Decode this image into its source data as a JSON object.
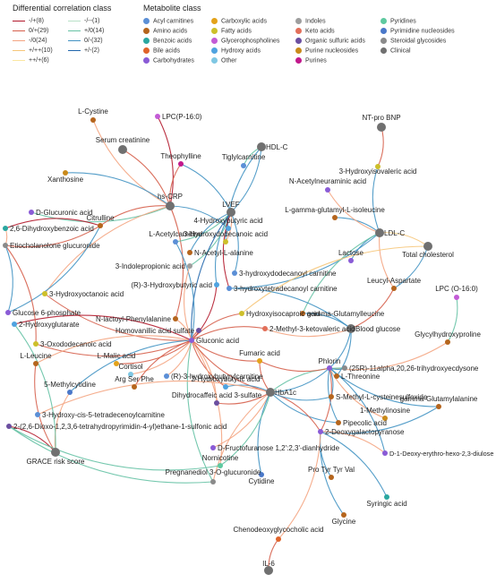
{
  "legend_correlation": {
    "title": "Differential correlation class",
    "items": [
      {
        "label": "-/+(8)",
        "color": "#b2182b"
      },
      {
        "label": "0/+(29)",
        "color": "#d6604d"
      },
      {
        "label": "-/0(24)",
        "color": "#f4a582"
      },
      {
        "label": "+/++(10)",
        "color": "#f6c77a"
      },
      {
        "label": "++/+(6)",
        "color": "#fbe7a1"
      },
      {
        "label": "-/--(1)",
        "color": "#b8e0c8"
      },
      {
        "label": "+/0(14)",
        "color": "#66c2a5"
      },
      {
        "label": "0/-(32)",
        "color": "#4393c3"
      },
      {
        "label": "+/-(2)",
        "color": "#2166ac"
      }
    ]
  },
  "legend_metabolite": {
    "title": "Metabolite class",
    "items": [
      {
        "label": "Acyl carnitines",
        "color": "#5b8fd6"
      },
      {
        "label": "Amino acids",
        "color": "#b5651d"
      },
      {
        "label": "Benzoic acids",
        "color": "#2aa7a0"
      },
      {
        "label": "Bile acids",
        "color": "#e0632a"
      },
      {
        "label": "Carbohydrates",
        "color": "#8a5bd6"
      },
      {
        "label": "Carboxylic acids",
        "color": "#e3a21a"
      },
      {
        "label": "Fatty acids",
        "color": "#cdbf2a"
      },
      {
        "label": "Glycerophospholines",
        "color": "#c35bd6"
      },
      {
        "label": "Hydroxy acids",
        "color": "#4fa3e0"
      },
      {
        "label": "Other",
        "color": "#7fc7e3"
      },
      {
        "label": "Indoles",
        "color": "#9e9e9e"
      },
      {
        "label": "Keto acids",
        "color": "#e26f5a"
      },
      {
        "label": "Organic sulfuric acids",
        "color": "#6b4fa0"
      },
      {
        "label": "Purine nucleosides",
        "color": "#c98a1a"
      },
      {
        "label": "Purines",
        "color": "#c2188c"
      },
      {
        "label": "Pyridines",
        "color": "#5ec9a0"
      },
      {
        "label": "Pyrimidine nucleosides",
        "color": "#4a78c9"
      },
      {
        "label": "Steroidal glycosides",
        "color": "#8a8a8a"
      },
      {
        "label": "Clinical",
        "color": "#707070"
      }
    ]
  },
  "nodes": [
    {
      "id": "serum_creatinine",
      "label": "Serum creatinine",
      "cls": "Clinical"
    },
    {
      "id": "l_cystine",
      "label": "L-Cystine",
      "cls": "Amino acids"
    },
    {
      "id": "lpc_p16",
      "label": "LPC(P-16:0)",
      "cls": "Glycerophospholines"
    },
    {
      "id": "hs_crp",
      "label": "hs-CRP",
      "cls": "Clinical"
    },
    {
      "id": "theophylline",
      "label": "Theophylline",
      "cls": "Purines"
    },
    {
      "id": "tiglylcarnitine",
      "label": "Tiglylcarnitine",
      "cls": "Acyl carnitines"
    },
    {
      "id": "hdl_c",
      "label": "HDL-C",
      "cls": "Clinical"
    },
    {
      "id": "nt_pro_bnp",
      "label": "NT-pro BNP",
      "cls": "Clinical"
    },
    {
      "id": "xanthosine",
      "label": "Xanthosine",
      "cls": "Purine nucleosides"
    },
    {
      "id": "three_hydroxyisovaleric",
      "label": "3-Hydroxyisovaleric acid",
      "cls": "Fatty acids"
    },
    {
      "id": "d_glucuronic",
      "label": "D-Glucuronic acid",
      "cls": "Carbohydrates"
    },
    {
      "id": "n_acetylneuraminic",
      "label": "N-Acetylneuraminic acid",
      "cls": "Carbohydrates"
    },
    {
      "id": "lvef",
      "label": "LVEF",
      "cls": "Clinical"
    },
    {
      "id": "l_gamma_glutamyl_isoleucine",
      "label": "L-gamma-glutamyl-L-isoleucine",
      "cls": "Amino acids"
    },
    {
      "id": "citrulline",
      "label": "Citrulline",
      "cls": "Amino acids"
    },
    {
      "id": "dihydroxybenzoic",
      "label": "2,6-Dihydroxybenzoic acid",
      "cls": "Benzoic acids"
    },
    {
      "id": "four_hydroxybutyric",
      "label": "4-Hydroxybutyric acid",
      "cls": "Hydroxy acids"
    },
    {
      "id": "ldl_c",
      "label": "LDL-C",
      "cls": "Clinical"
    },
    {
      "id": "l_acetylcarnitine",
      "label": "L-Acetylcarnitine",
      "cls": "Acyl carnitines"
    },
    {
      "id": "three_hydroxydodecanoic",
      "label": "3-Hydroxydodecanoic acid",
      "cls": "Fatty acids"
    },
    {
      "id": "n_acetyl_alanine",
      "label": "N-Acetyl-L-alanine",
      "cls": "Amino acids"
    },
    {
      "id": "total_cholesterol",
      "label": "Total cholesterol",
      "cls": "Clinical"
    },
    {
      "id": "etiocholanolone",
      "label": "Etiocholanolone glucuronide",
      "cls": "Steroidal glycosides"
    },
    {
      "id": "three_indolepropionic",
      "label": "3-Indolepropionic acid",
      "cls": "Indoles"
    },
    {
      "id": "lactose",
      "label": "Lactose",
      "cls": "Carbohydrates"
    },
    {
      "id": "hydroxydodecanoyl_carnitine",
      "label": "3-hydroxydodecanoyl carnitine",
      "cls": "Acyl carnitines"
    },
    {
      "id": "r3_hydroxybutyric",
      "label": "(R)-3-Hydroxybutyric acid",
      "cls": "Hydroxy acids"
    },
    {
      "id": "hydroxytetradecanoyl_carnitine",
      "label": "3-hydroxytetradecanoyl carnitine",
      "cls": "Acyl carnitines"
    },
    {
      "id": "leucyl_aspartate",
      "label": "Leucyl-Aspartate",
      "cls": "Amino acids"
    },
    {
      "id": "lpc_o16",
      "label": "LPC (O-16:0)",
      "cls": "Glycerophospholines"
    },
    {
      "id": "three_hydroxyoctanoic",
      "label": "3-Hydroxyoctanoic acid",
      "cls": "Fatty acids"
    },
    {
      "id": "n_lactoyl_phenylalanine",
      "label": "N-lactoyl-Phenylalanine",
      "cls": "Amino acids"
    },
    {
      "id": "hydroxyisocaproic",
      "label": "Hydroxyisocaproic acid",
      "cls": "Fatty acids"
    },
    {
      "id": "gamma_glutamylleucine",
      "label": "gamma-Glutamylleucine",
      "cls": "Amino acids"
    },
    {
      "id": "glucose_6_phosphate",
      "label": "Glucose 6-phosphate",
      "cls": "Carbohydrates"
    },
    {
      "id": "two_hydroxyglutarate",
      "label": "2-Hydroxyglutarate",
      "cls": "Hydroxy acids"
    },
    {
      "id": "homovanillic_sulfate",
      "label": "Homovanillic acid sulfate",
      "cls": "Organic sulfuric acids"
    },
    {
      "id": "gluconic",
      "label": "Gluconic acid",
      "cls": "Carbohydrates"
    },
    {
      "id": "two_methyl_ketovaleric",
      "label": "2-Methyl-3-ketovaleric acid",
      "cls": "Keto acids"
    },
    {
      "id": "blood_glucose",
      "label": "Blood glucose",
      "cls": "Clinical"
    },
    {
      "id": "glycylhydroxyproline",
      "label": "Glycylhydroxyproline",
      "cls": "Amino acids"
    },
    {
      "id": "three_oxododecanoic",
      "label": "3-Oxododecanoic acid",
      "cls": "Fatty acids"
    },
    {
      "id": "l_leucine",
      "label": "L-Leucine",
      "cls": "Amino acids"
    },
    {
      "id": "l_malic",
      "label": "L-Malic acid",
      "cls": "Carboxylic acids"
    },
    {
      "id": "fumaric",
      "label": "Fumaric acid",
      "cls": "Carboxylic acids"
    },
    {
      "id": "phlorin",
      "label": "Phlorin",
      "cls": "Carbohydrates"
    },
    {
      "id": "trihydroxyecdysone",
      "label": "(25R)-11alpha,20,26-trihydroxyecdysone",
      "cls": "Steroidal glycosides"
    },
    {
      "id": "cortisol",
      "label": "Cortisol",
      "cls": "Other"
    },
    {
      "id": "r3_hydroxybutyrylcarnitine",
      "label": "(R)-3-hydroxybutyrylcarnitine",
      "cls": "Acyl carnitines"
    },
    {
      "id": "l_threonine",
      "label": "L-Threonine",
      "cls": "Amino acids"
    },
    {
      "id": "five_methylcytidine",
      "label": "5-Methylcytidine",
      "cls": "Pyrimidine nucleosides"
    },
    {
      "id": "arg_ser_phe",
      "label": "Arg Ser Phe",
      "cls": "Amino acids"
    },
    {
      "id": "two_hydroxybutyric",
      "label": "2-Hydroxybutyric acid",
      "cls": "Hydroxy acids"
    },
    {
      "id": "hba1c",
      "label": "HbA1c",
      "cls": "Clinical"
    },
    {
      "id": "s_methyl_cysteinesulfoxide",
      "label": "S-Methyl-L-cysteinesulfoxide",
      "cls": "Amino acids"
    },
    {
      "id": "gamma_glutamylalanine",
      "label": "gamma-Glutamylalanine",
      "cls": "Amino acids"
    },
    {
      "id": "dihydrocaffeic_sulfate",
      "label": "Dihydrocaffeic acid 3-sulfate",
      "cls": "Organic sulfuric acids"
    },
    {
      "id": "tetradecenoylcarnitine",
      "label": "3-Hydroxy-cis-5-tetradecenoylcarnitine",
      "cls": "Acyl carnitines"
    },
    {
      "id": "one_methylinosine",
      "label": "1-Methylinosine",
      "cls": "Purine nucleosides"
    },
    {
      "id": "pyrimidin_sulfonic",
      "label": "2-(2,6-Dioxo-1,2,3,6-tetrahydropyrimidin-4-yl)ethane-1-sulfonic acid",
      "cls": "Organic sulfuric acids"
    },
    {
      "id": "pipecolic",
      "label": "Pipecolic acid",
      "cls": "Amino acids"
    },
    {
      "id": "deoxygalactopyranose",
      "label": "2-Deoxygalactopyranose",
      "cls": "Carbohydrates"
    },
    {
      "id": "d_fructofuranose",
      "label": "D-Fructofuranose 1,2':2,3'-dianhydride",
      "cls": "Carbohydrates"
    },
    {
      "id": "deoxy_erythro_diulose",
      "label": "D-1-Deoxy-erythro-hexo-2,3-diulose",
      "cls": "Carbohydrates"
    },
    {
      "id": "grace",
      "label": "GRACE risk score",
      "cls": "Clinical"
    },
    {
      "id": "nornicotine",
      "label": "Nornicotine",
      "cls": "Pyridines"
    },
    {
      "id": "cytidine",
      "label": "Cytidine",
      "cls": "Pyrimidine nucleosides"
    },
    {
      "id": "pregnanediol",
      "label": "Pregnanediol 3-O-glucuronide",
      "cls": "Steroidal glycosides"
    },
    {
      "id": "pro_tyr_tyr_val",
      "label": "Pro Tyr Tyr Val",
      "cls": "Amino acids"
    },
    {
      "id": "syringic",
      "label": "Syringic acid",
      "cls": "Benzoic acids"
    },
    {
      "id": "glycine",
      "label": "Glycine",
      "cls": "Amino acids"
    },
    {
      "id": "chenodeoxycholic",
      "label": "Chenodeoxyglycocholic acid",
      "cls": "Bile acids"
    },
    {
      "id": "il_6",
      "label": "IL-6",
      "cls": "Clinical"
    }
  ],
  "edges": [
    {
      "s": "hs_crp",
      "t": "serum_creatinine",
      "c": "0/+"
    },
    {
      "s": "hs_crp",
      "t": "l_cystine",
      "c": "-/0"
    },
    {
      "s": "hs_crp",
      "t": "lpc_p16",
      "c": "-/+"
    },
    {
      "s": "hs_crp",
      "t": "theophylline",
      "c": "0/+"
    },
    {
      "s": "hs_crp",
      "t": "xanthosine",
      "c": "0/-"
    },
    {
      "s": "hs_crp",
      "t": "d_glucuronic",
      "c": "+/0"
    },
    {
      "s": "hs_crp",
      "t": "citrulline",
      "c": "0/+"
    },
    {
      "s": "hs_crp",
      "t": "n_lactoyl_phenylalanine",
      "c": "0/+"
    },
    {
      "s": "hs_crp",
      "t": "three_hydroxyoctanoic",
      "c": "-/0"
    },
    {
      "s": "hs_crp",
      "t": "four_hydroxybutyric",
      "c": "0/-"
    },
    {
      "s": "hdl_c",
      "t": "tiglylcarnitine",
      "c": "+/0"
    },
    {
      "s": "hdl_c",
      "t": "lvef",
      "c": "0/-"
    },
    {
      "s": "hdl_c",
      "t": "three_hydroxydodecanoic",
      "c": "0/-"
    },
    {
      "s": "nt_pro_bnp",
      "t": "three_hydroxyisovaleric",
      "c": "0/+"
    },
    {
      "s": "lvef",
      "t": "theophylline",
      "c": "0/-"
    },
    {
      "s": "lvef",
      "t": "l_acetylcarnitine",
      "c": "+/0"
    },
    {
      "s": "lvef",
      "t": "n_acetyl_alanine",
      "c": "0/-"
    },
    {
      "s": "lvef",
      "t": "three_hydroxydodecanoic",
      "c": "-/0"
    },
    {
      "s": "lvef",
      "t": "r3_hydroxybutyric",
      "c": "0/-"
    },
    {
      "s": "lvef",
      "t": "three_indolepropionic",
      "c": "+/0"
    },
    {
      "s": "lvef",
      "t": "four_hydroxybutyric",
      "c": "0/-"
    },
    {
      "s": "lvef",
      "t": "hydroxydodecanoyl_carnitine",
      "c": "0/-"
    },
    {
      "s": "lvef",
      "t": "gluconic",
      "c": "+/-"
    },
    {
      "s": "ldl_c",
      "t": "three_hydroxyisovaleric",
      "c": "0/-"
    },
    {
      "s": "ldl_c",
      "t": "l_gamma_glutamyl_isoleucine",
      "c": "0/-"
    },
    {
      "s": "ldl_c",
      "t": "n_acetylneuraminic",
      "c": "-/0"
    },
    {
      "s": "ldl_c",
      "t": "lactose",
      "c": "0/-"
    },
    {
      "s": "ldl_c",
      "t": "total_cholesterol",
      "c": "+/++"
    },
    {
      "s": "ldl_c",
      "t": "leucyl_aspartate",
      "c": "-/0"
    },
    {
      "s": "ldl_c",
      "t": "hydroxytetradecanoyl_carnitine",
      "c": "0/-"
    },
    {
      "s": "ldl_c",
      "t": "gamma_glutamylleucine",
      "c": "+/0"
    },
    {
      "s": "total_cholesterol",
      "t": "leucyl_aspartate",
      "c": "0/-"
    },
    {
      "s": "total_cholesterol",
      "t": "hydroxyisocaproic",
      "c": "+/++"
    },
    {
      "s": "citrulline",
      "t": "etiocholanolone",
      "c": "0/+"
    },
    {
      "s": "citrulline",
      "t": "dihydroxybenzoic",
      "c": "-/+"
    },
    {
      "s": "citrulline",
      "t": "glucose_6_phosphate",
      "c": "0/-"
    },
    {
      "s": "gluconic",
      "t": "r3_hydroxybutyric",
      "c": "-/+"
    },
    {
      "s": "gluconic",
      "t": "three_hydroxyoctanoic",
      "c": "0/+"
    },
    {
      "s": "gluconic",
      "t": "n_lactoyl_phenylalanine",
      "c": "-/0"
    },
    {
      "s": "gluconic",
      "t": "homovanillic_sulfate",
      "c": "0/+"
    },
    {
      "s": "gluconic",
      "t": "two_hydroxyglutarate",
      "c": "-/+"
    },
    {
      "s": "gluconic",
      "t": "three_oxododecanoic",
      "c": "0/+"
    },
    {
      "s": "gluconic",
      "t": "l_leucine",
      "c": "-/0"
    },
    {
      "s": "gluconic",
      "t": "l_malic",
      "c": "0/+"
    },
    {
      "s": "gluconic",
      "t": "five_methylcytidine",
      "c": "0/-"
    },
    {
      "s": "gluconic",
      "t": "cortisol",
      "c": "-/0"
    },
    {
      "s": "gluconic",
      "t": "arg_ser_phe",
      "c": "0/+"
    },
    {
      "s": "gluconic",
      "t": "r3_hydroxybutyrylcarnitine",
      "c": "-/0"
    },
    {
      "s": "gluconic",
      "t": "two_hydroxybutyric",
      "c": "0/+"
    },
    {
      "s": "gluconic",
      "t": "dihydrocaffeic_sulfate",
      "c": "-/0"
    },
    {
      "s": "gluconic",
      "t": "fumaric",
      "c": "0/+"
    },
    {
      "s": "gluconic",
      "t": "two_methyl_ketovaleric",
      "c": "0/+"
    },
    {
      "s": "gluconic",
      "t": "l_acetylcarnitine",
      "c": "0/-"
    },
    {
      "s": "gluconic",
      "t": "three_indolepropionic",
      "c": "-/0"
    },
    {
      "s": "gluconic",
      "t": "hba1c",
      "c": "0/+"
    },
    {
      "s": "gluconic",
      "t": "nornicotine",
      "c": "-/0"
    },
    {
      "s": "gluconic",
      "t": "pregnanediol",
      "c": "+/0"
    },
    {
      "s": "gluconic",
      "t": "hydroxyisocaproic",
      "c": "0/+"
    },
    {
      "s": "blood_glucose",
      "t": "gamma_glutamylleucine",
      "c": "0/-"
    },
    {
      "s": "blood_glucose",
      "t": "phlorin",
      "c": "0/-"
    },
    {
      "s": "blood_glucose",
      "t": "hydroxytetradecanoyl_carnitine",
      "c": "0/-"
    },
    {
      "s": "blood_glucose",
      "t": "two_methyl_ketovaleric",
      "c": "-/0"
    },
    {
      "s": "blood_glucose",
      "t": "leucyl_aspartate",
      "c": "0/+"
    },
    {
      "s": "blood_glucose",
      "t": "l_threonine",
      "c": "0/-"
    },
    {
      "s": "glycylhydroxyproline",
      "t": "lpc_o16",
      "c": "+/0"
    },
    {
      "s": "glycylhydroxyproline",
      "t": "phlorin",
      "c": "-/0"
    },
    {
      "s": "hba1c",
      "t": "phlorin",
      "c": "0/-"
    },
    {
      "s": "hba1c",
      "t": "fumaric",
      "c": "0/+"
    },
    {
      "s": "hba1c",
      "t": "two_hydroxybutyric",
      "c": "0/-"
    },
    {
      "s": "hba1c",
      "t": "dihydrocaffeic_sulfate",
      "c": "0/+"
    },
    {
      "s": "hba1c",
      "t": "pipecolic",
      "c": "0/-"
    },
    {
      "s": "hba1c",
      "t": "d_fructofuranose",
      "c": "-/0"
    },
    {
      "s": "hba1c",
      "t": "cytidine",
      "c": "0/-"
    },
    {
      "s": "hba1c",
      "t": "nornicotine",
      "c": "+/0"
    },
    {
      "s": "hba1c",
      "t": "pregnanediol",
      "c": "-/0"
    },
    {
      "s": "hba1c",
      "t": "deoxygalactopyranose",
      "c": "0/+"
    },
    {
      "s": "hba1c",
      "t": "s_methyl_cysteinesulfoxide",
      "c": "0/-"
    },
    {
      "s": "hba1c",
      "t": "trihydroxyecdysone",
      "c": "+/0"
    },
    {
      "s": "hba1c",
      "t": "tetradecenoylcarnitine",
      "c": "-/0"
    },
    {
      "s": "phlorin",
      "t": "l_threonine",
      "c": "+/0"
    },
    {
      "s": "phlorin",
      "t": "trihydroxyecdysone",
      "c": "0/-"
    },
    {
      "s": "phlorin",
      "t": "s_methyl_cysteinesulfoxide",
      "c": "0/-"
    },
    {
      "s": "phlorin",
      "t": "one_methylinosine",
      "c": "-/0"
    },
    {
      "s": "phlorin",
      "t": "deoxygalactopyranose",
      "c": "0/+"
    },
    {
      "s": "phlorin",
      "t": "pipecolic",
      "c": "0/-"
    },
    {
      "s": "phlorin",
      "t": "deoxy_erythro_diulose",
      "c": "0/-"
    },
    {
      "s": "phlorin",
      "t": "gamma_glutamylalanine",
      "c": "0/-"
    },
    {
      "s": "phlorin",
      "t": "fumaric",
      "c": "0/+"
    },
    {
      "s": "deoxygalactopyranose",
      "t": "gamma_glutamylalanine",
      "c": "0/-"
    },
    {
      "s": "deoxygalactopyranose",
      "t": "deoxy_erythro_diulose",
      "c": "-/0"
    },
    {
      "s": "deoxygalactopyranose",
      "t": "pro_tyr_tyr_val",
      "c": "0/-"
    },
    {
      "s": "deoxygalactopyranose",
      "t": "syringic",
      "c": "0/-"
    },
    {
      "s": "deoxygalactopyranose",
      "t": "glycine",
      "c": "0/-"
    },
    {
      "s": "deoxygalactopyranose",
      "t": "chenodeoxycholic",
      "c": "-/0"
    },
    {
      "s": "chenodeoxycholic",
      "t": "il_6",
      "c": "0/+"
    },
    {
      "s": "grace",
      "t": "five_methylcytidine",
      "c": "-/0"
    },
    {
      "s": "grace",
      "t": "pyrimidin_sulfonic",
      "c": "-/+"
    },
    {
      "s": "grace",
      "t": "l_leucine",
      "c": "0/+"
    },
    {
      "s": "grace",
      "t": "two_hydroxyglutarate",
      "c": "+/0"
    },
    {
      "s": "etiocholanolone",
      "t": "three_oxododecanoic",
      "c": "0/+"
    },
    {
      "s": "glucose_6_phosphate",
      "t": "etiocholanolone",
      "c": "0/-"
    },
    {
      "s": "dihydroxybenzoic",
      "t": "etiocholanolone",
      "c": "-/0"
    },
    {
      "s": "pyrimidin_sulfonic",
      "t": "nornicotine",
      "c": "+/0"
    },
    {
      "s": "pregnanediol",
      "t": "pyrimidin_sulfonic",
      "c": "+/0"
    },
    {
      "s": "lvef",
      "t": "hydroxytetradecanoyl_carnitine",
      "c": "-/+"
    }
  ]
}
